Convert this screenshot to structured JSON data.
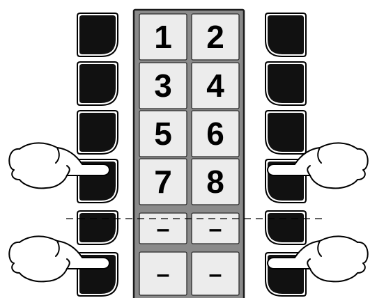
{
  "keypad": {
    "rows": [
      [
        "1",
        "2"
      ],
      [
        "3",
        "4"
      ],
      [
        "5",
        "6"
      ],
      [
        "7",
        "8"
      ],
      [
        "–",
        "–"
      ],
      [
        "–",
        "–"
      ]
    ]
  },
  "side_buttons": {
    "rows_per_side": 6,
    "pressed_rows": [
      4,
      6
    ]
  }
}
